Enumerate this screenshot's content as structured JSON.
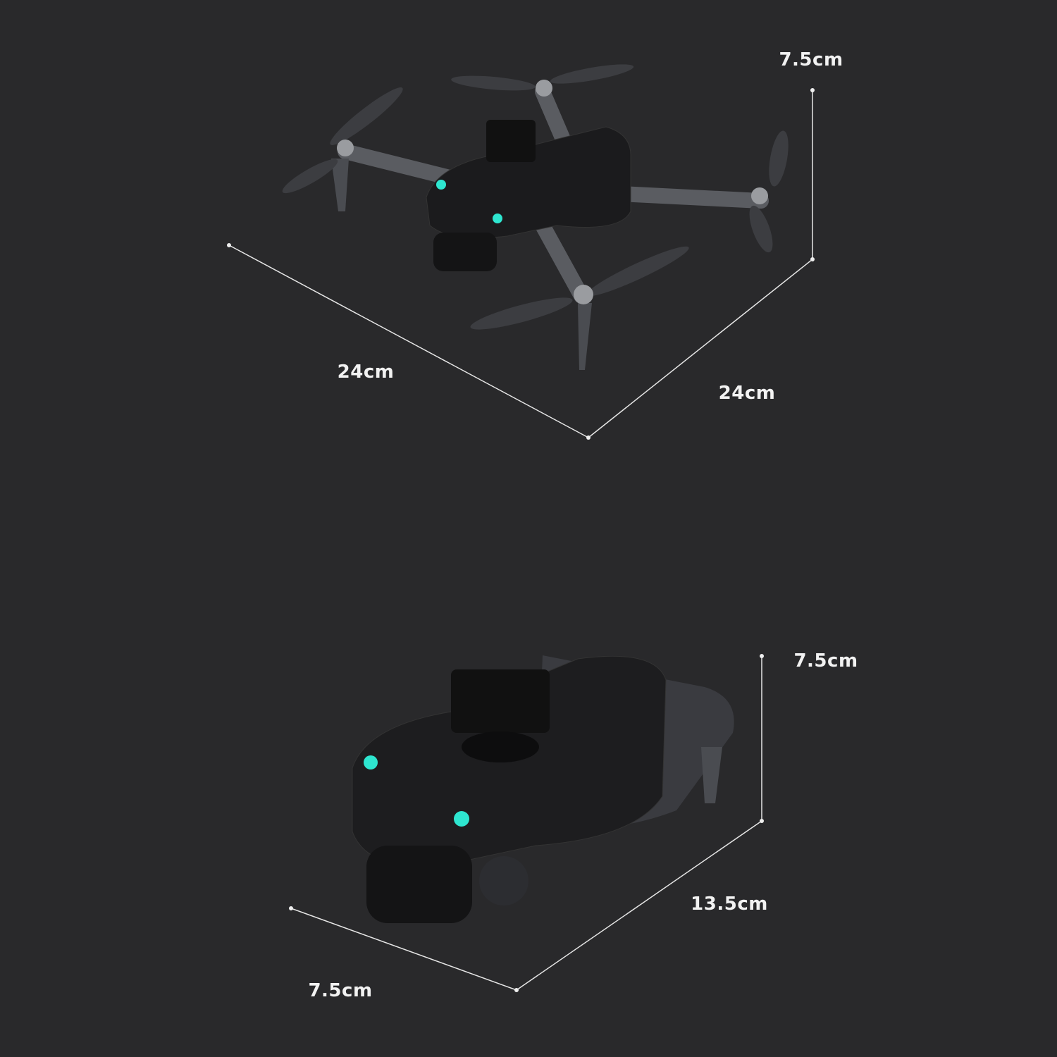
{
  "unfolded": {
    "height_label": "7.5cm",
    "length_label": "24cm",
    "width_label": "24cm"
  },
  "folded": {
    "height_label": "7.5cm",
    "length_label": "13.5cm",
    "width_label": "7.5cm"
  },
  "colors": {
    "background": "#29292b",
    "led": "#2ee6d0",
    "body": "#1c1c1e",
    "arm": "#55575c"
  }
}
